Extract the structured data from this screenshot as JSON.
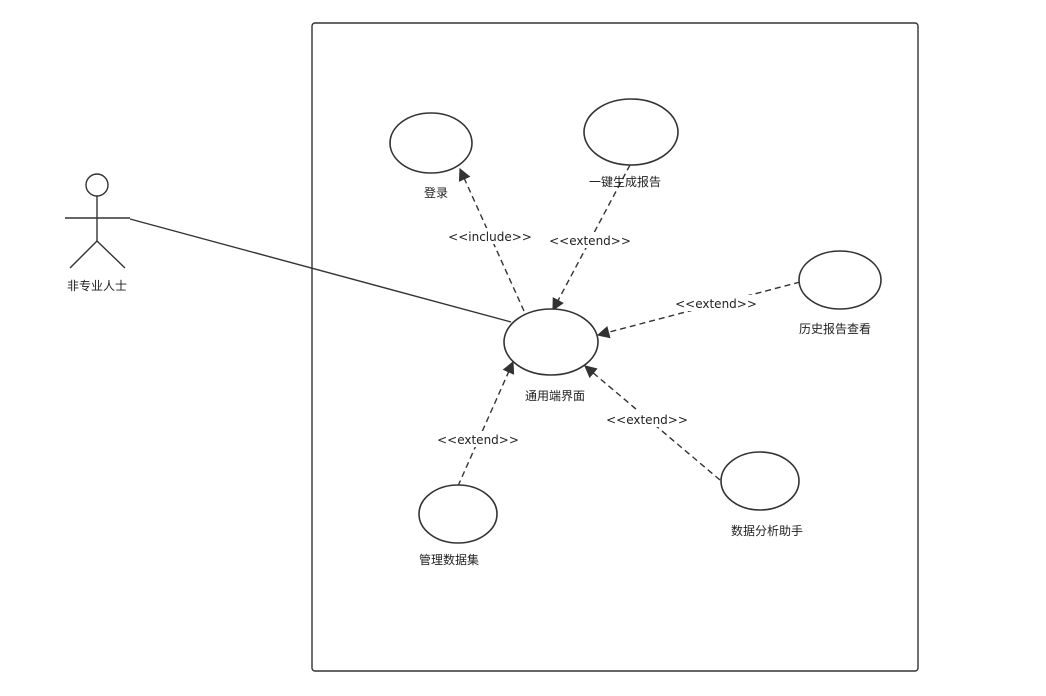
{
  "actor": {
    "name": "非专业人士",
    "icon": "stick-figure-actor-icon"
  },
  "use_cases": {
    "login": "登录",
    "one_click_report": "一键生成报告",
    "history_report": "历史报告查看",
    "general_interface": "通用端界面",
    "manage_dataset": "管理数据集",
    "data_assistant": "数据分析助手"
  },
  "relations": {
    "include_login": "<<include>>",
    "extend_report": "<<extend>>",
    "extend_history": "<<extend>>",
    "extend_dataset": "<<extend>>",
    "extend_assistant": "<<extend>>"
  },
  "colors": {
    "line": "#333333",
    "background": "#ffffff"
  }
}
